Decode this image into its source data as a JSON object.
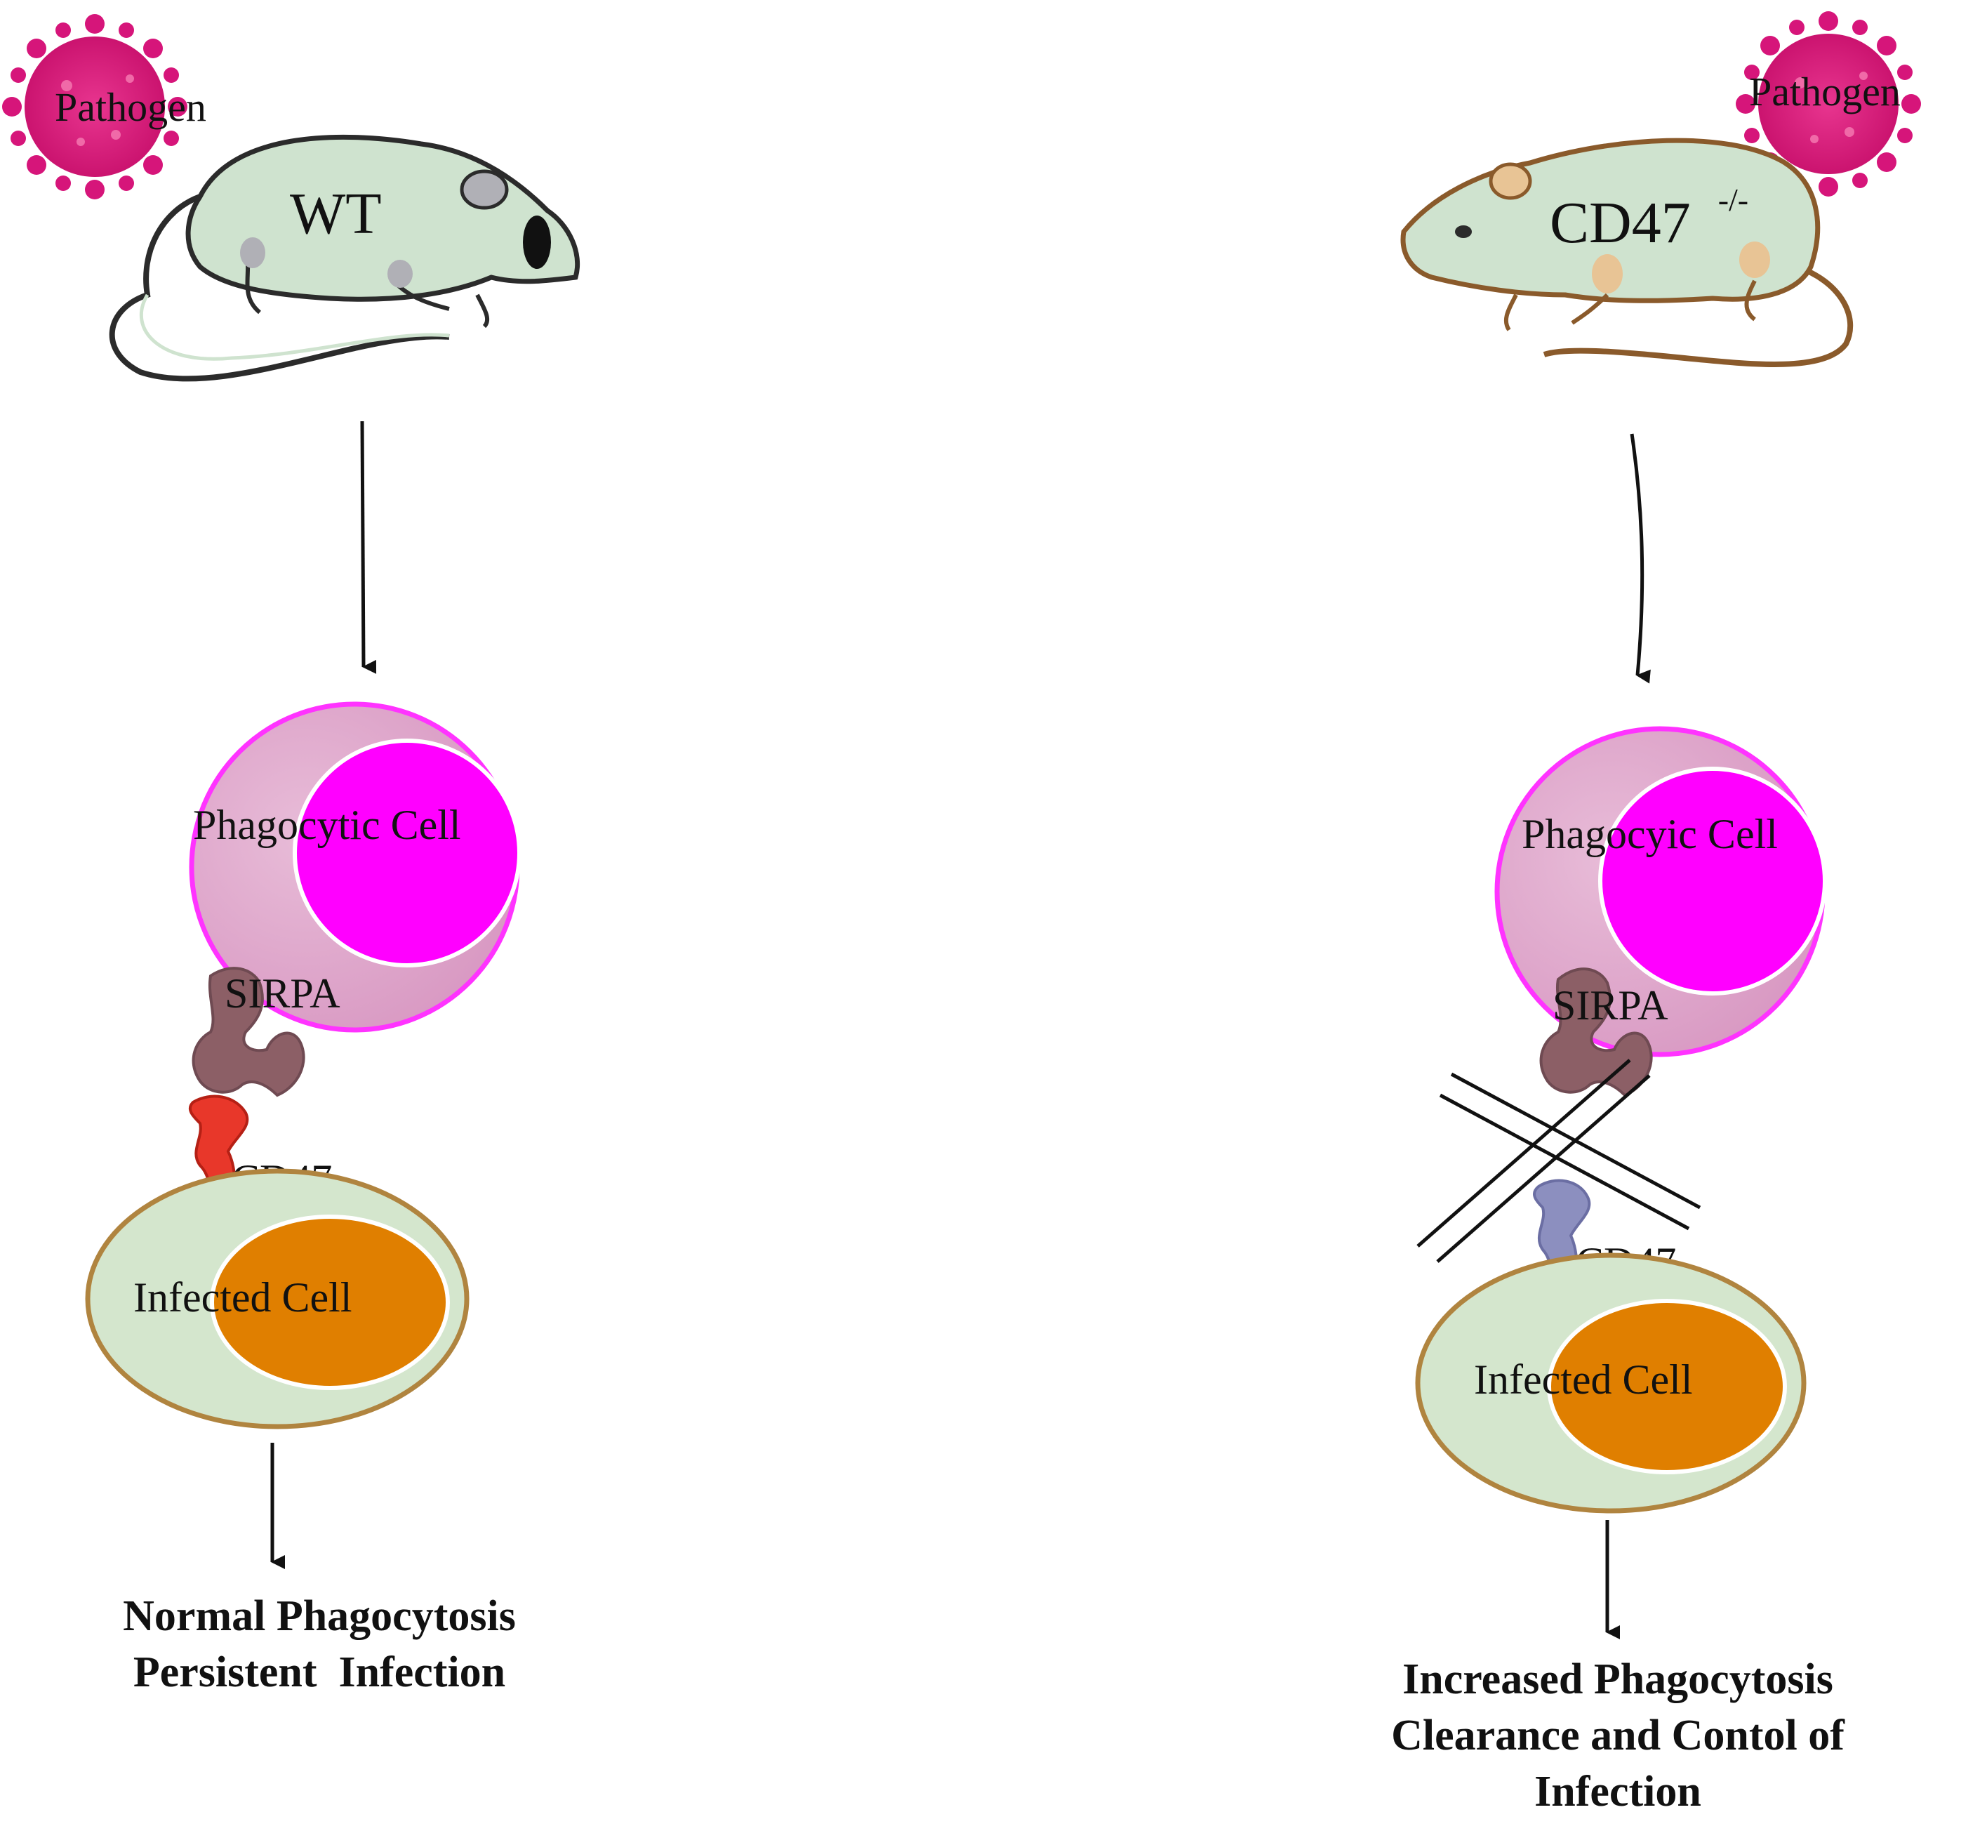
{
  "colors": {
    "pathogen": "#d6157a",
    "mouse_body": "#cfe3cf",
    "mouse_wt_outline": "#2b2b2b",
    "mouse_ko_outline": "#8a5a2b",
    "phagocyte_cytoplasm": "#dea6cc",
    "phagocyte_border": "#ff33ff",
    "phagocyte_nucleus": "#ff00ff",
    "infected_cytoplasm": "#d4e6cd",
    "infected_border": "#b0843f",
    "infected_nucleus": "#e07f00",
    "sirpa": "#8c5f66",
    "cd47_wt": "#e8372a",
    "cd47_ko": "#8c8fbf",
    "arrow": "#111111"
  },
  "left": {
    "pathogen_label": "Pathogen",
    "mouse_label": "WT",
    "phagocyte_label": "Phagocytic Cell",
    "receptor_label": "SIRPA",
    "ligand_label": "CD47",
    "infected_label": "Infected Cell",
    "outcome_line1": "Normal Phagocytosis",
    "outcome_line2": "Persistent  Infection"
  },
  "right": {
    "pathogen_label": "Pathogen",
    "mouse_label": "CD47",
    "mouse_superscript": "-/-",
    "phagocyte_label": "Phagocyic Cell",
    "receptor_label": "SIRPA",
    "ligand_label": "CD47",
    "infected_label": "Infected Cell",
    "outcome_line1": "Increased Phagocytosis",
    "outcome_line2": "Clearance and Contol of",
    "outcome_line3": "Infection"
  }
}
